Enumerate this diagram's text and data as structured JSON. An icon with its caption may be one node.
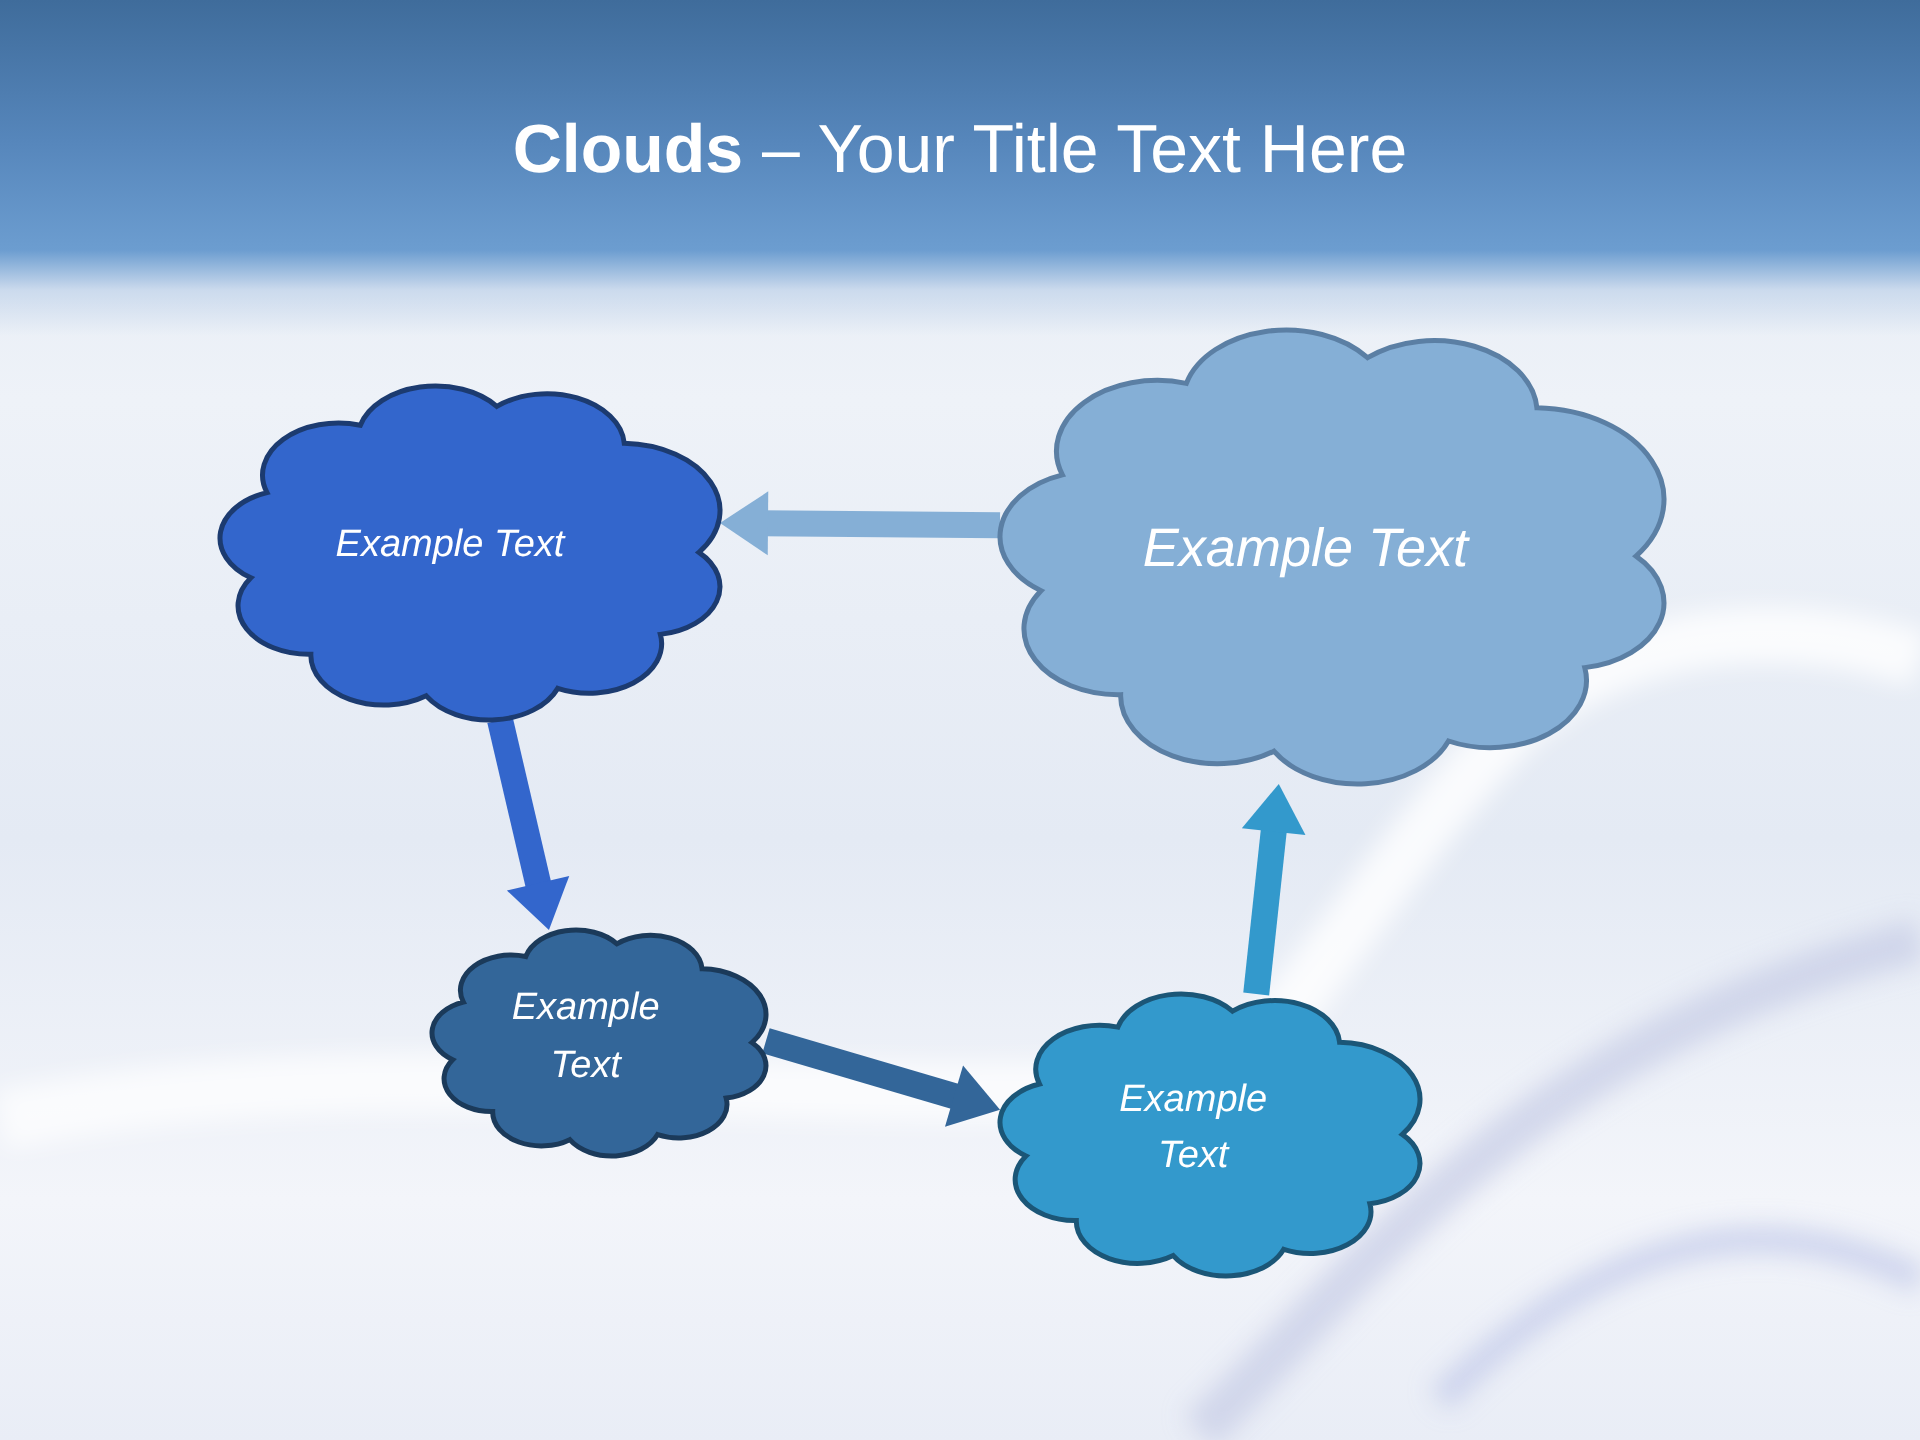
{
  "diagram": {
    "title": "**Clouds** – Your Title Text Here",
    "nodes": [
      {
        "text": [
          "Example Text"
        ]
      },
      {
        "text": [
          "Example Text"
        ]
      },
      {
        "text": [
          "Example Text"
        ]
      },
      {
        "text": [
          "Example Text"
        ]
      }
    ],
    "edges": [
      {
        "from": 0,
        "to": 2,
        "arrow": "to",
        "color": "#3366cc"
      },
      {
        "from": 2,
        "to": 3,
        "arrow": "to",
        "color": "#336699"
      },
      {
        "from": 3,
        "to": 1,
        "arrow": "to",
        "color": "#3399cc"
      },
      {
        "from": 1,
        "to": 0,
        "arrow": "to",
        "color": "#85afd6"
      }
    ]
  }
}
